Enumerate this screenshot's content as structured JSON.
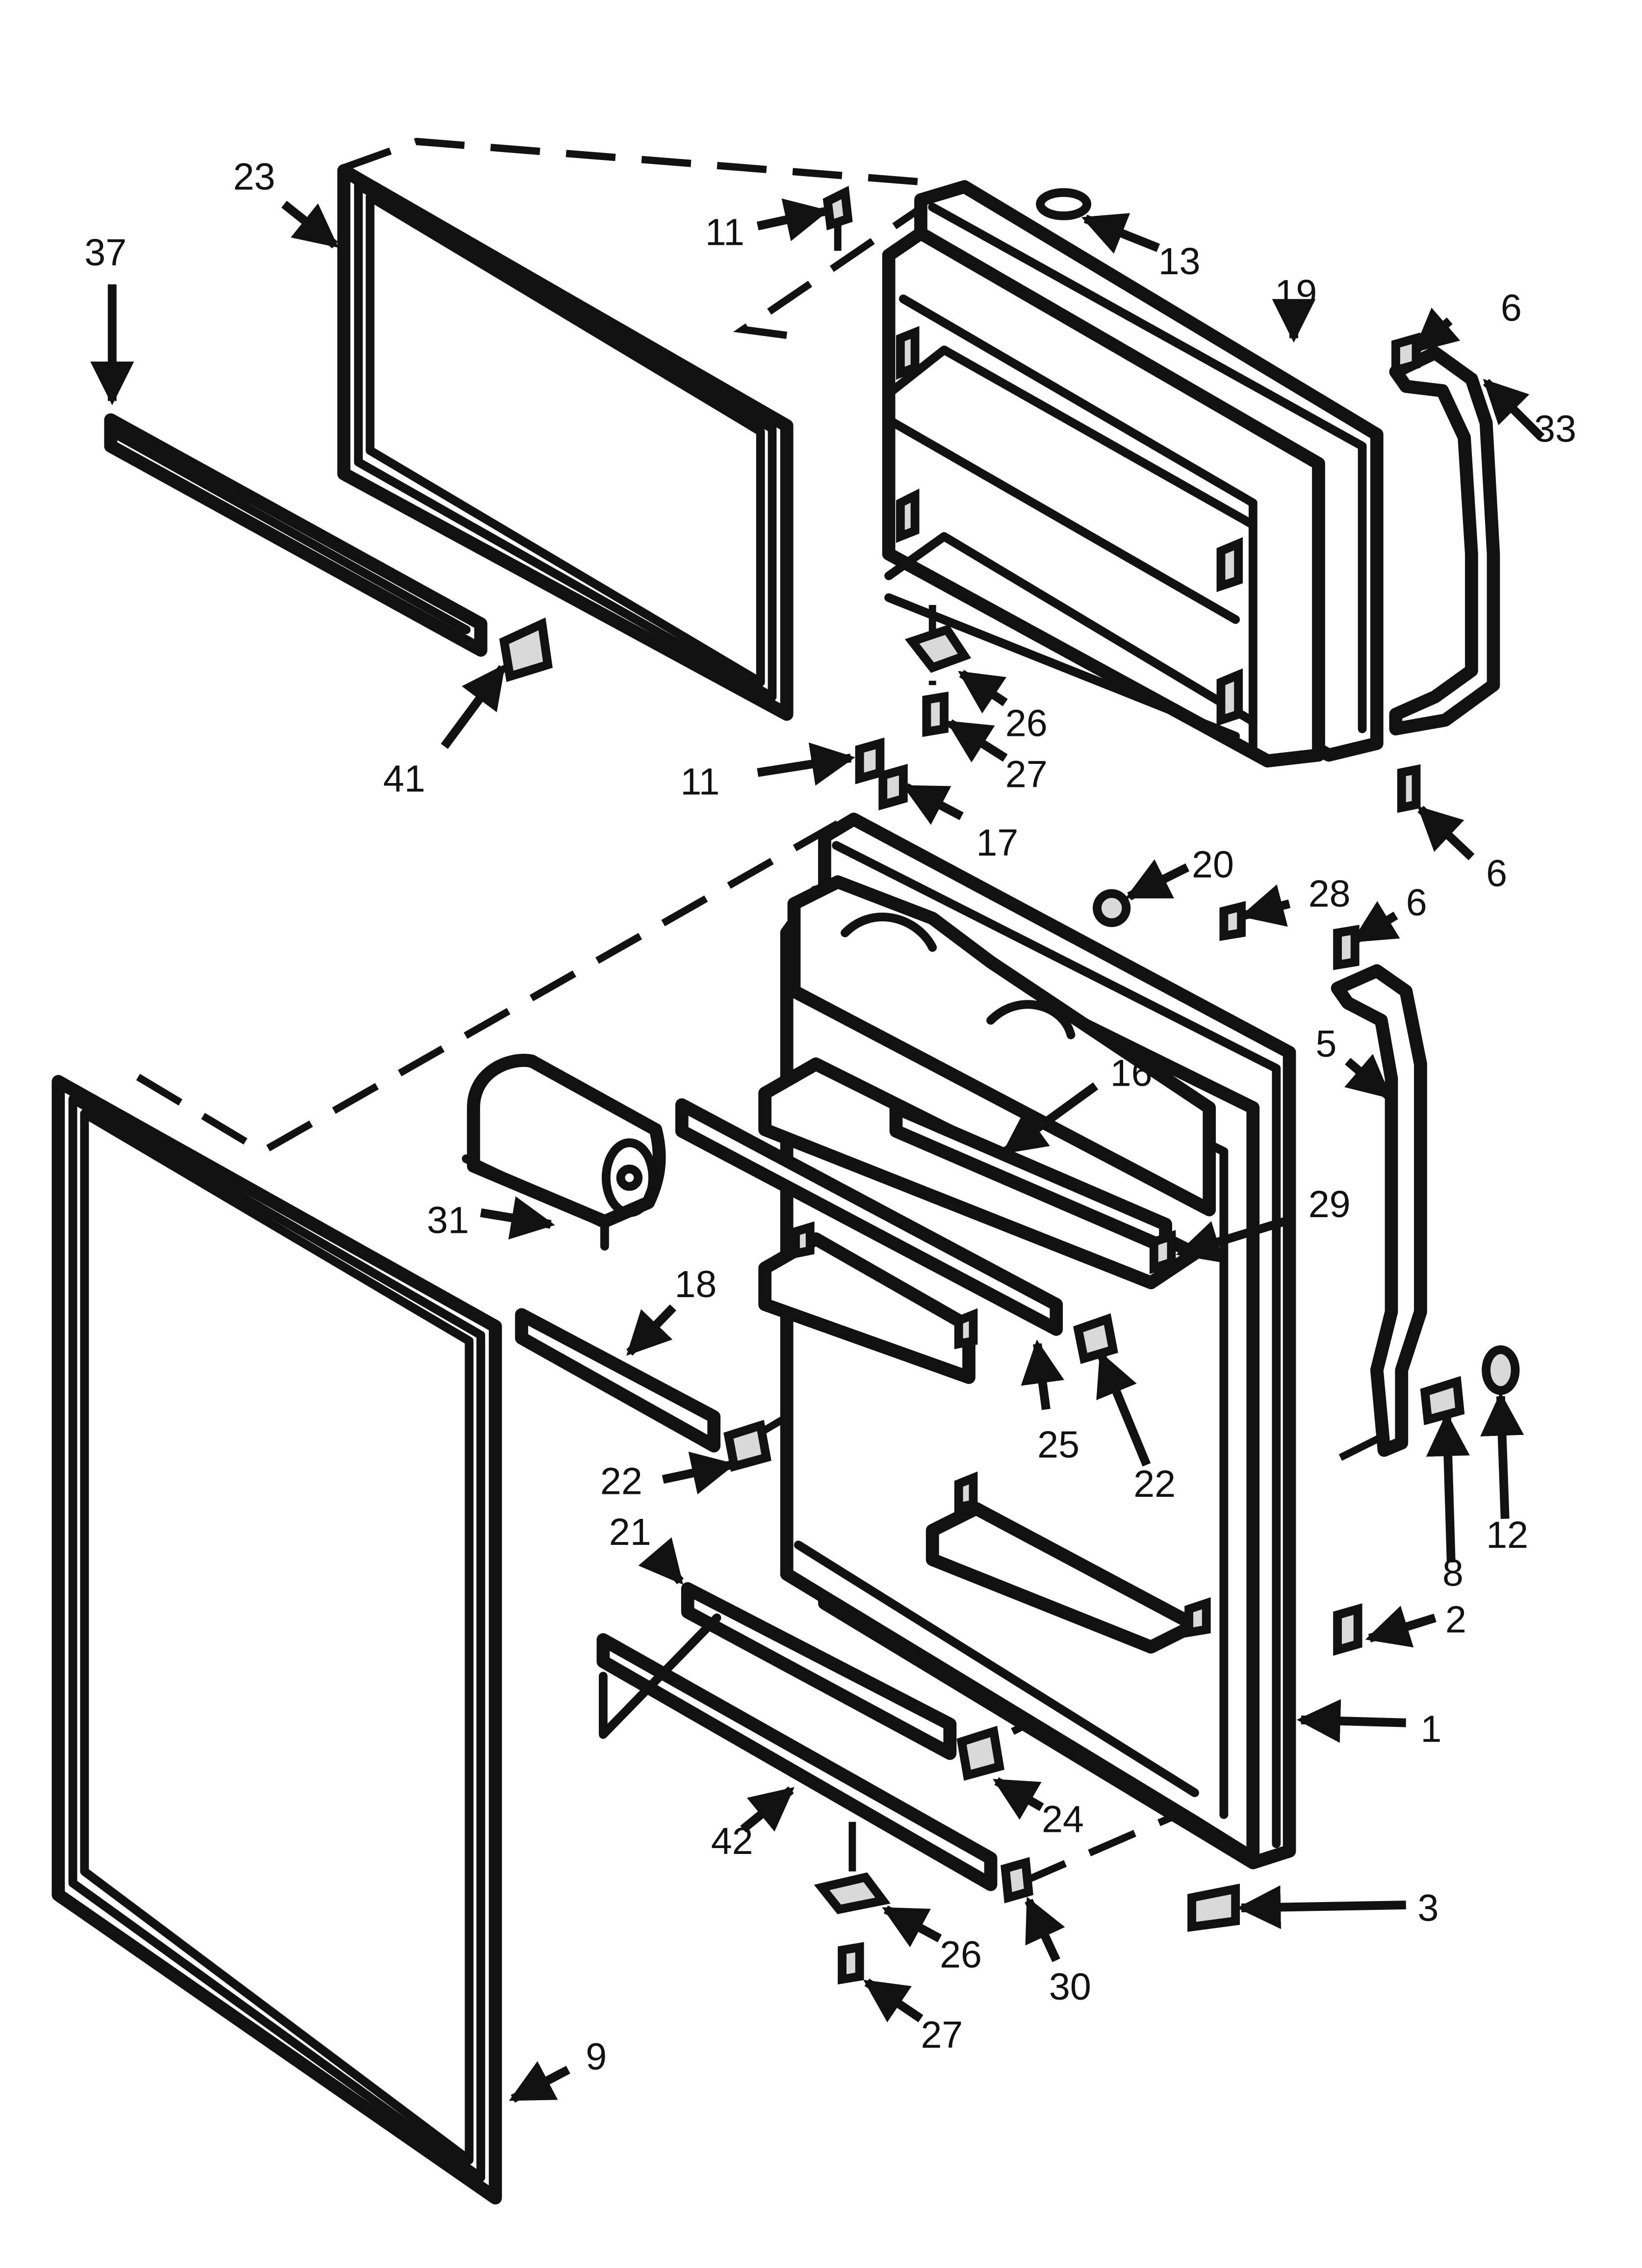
{
  "diagram": {
    "callouts": [
      {
        "id": "c1",
        "text": "1"
      },
      {
        "id": "c2",
        "text": "2"
      },
      {
        "id": "c3",
        "text": "3"
      },
      {
        "id": "c5",
        "text": "5"
      },
      {
        "id": "c6a",
        "text": "6"
      },
      {
        "id": "c6b",
        "text": "6"
      },
      {
        "id": "c6c",
        "text": "6"
      },
      {
        "id": "c8",
        "text": "8"
      },
      {
        "id": "c9",
        "text": "9"
      },
      {
        "id": "c11a",
        "text": "11"
      },
      {
        "id": "c11b",
        "text": "11"
      },
      {
        "id": "c12",
        "text": "12"
      },
      {
        "id": "c13",
        "text": "13"
      },
      {
        "id": "c16",
        "text": "16"
      },
      {
        "id": "c17",
        "text": "17"
      },
      {
        "id": "c18",
        "text": "18"
      },
      {
        "id": "c19",
        "text": "19"
      },
      {
        "id": "c20",
        "text": "20"
      },
      {
        "id": "c21",
        "text": "21"
      },
      {
        "id": "c22a",
        "text": "22"
      },
      {
        "id": "c22b",
        "text": "22"
      },
      {
        "id": "c23",
        "text": "23"
      },
      {
        "id": "c24",
        "text": "24"
      },
      {
        "id": "c25",
        "text": "25"
      },
      {
        "id": "c26a",
        "text": "26"
      },
      {
        "id": "c26b",
        "text": "26"
      },
      {
        "id": "c27a",
        "text": "27"
      },
      {
        "id": "c27b",
        "text": "27"
      },
      {
        "id": "c28",
        "text": "28"
      },
      {
        "id": "c29",
        "text": "29"
      },
      {
        "id": "c30",
        "text": "30"
      },
      {
        "id": "c31",
        "text": "31"
      },
      {
        "id": "c33",
        "text": "33"
      },
      {
        "id": "c37",
        "text": "37"
      },
      {
        "id": "c41",
        "text": "41"
      },
      {
        "id": "c42",
        "text": "42"
      }
    ]
  }
}
